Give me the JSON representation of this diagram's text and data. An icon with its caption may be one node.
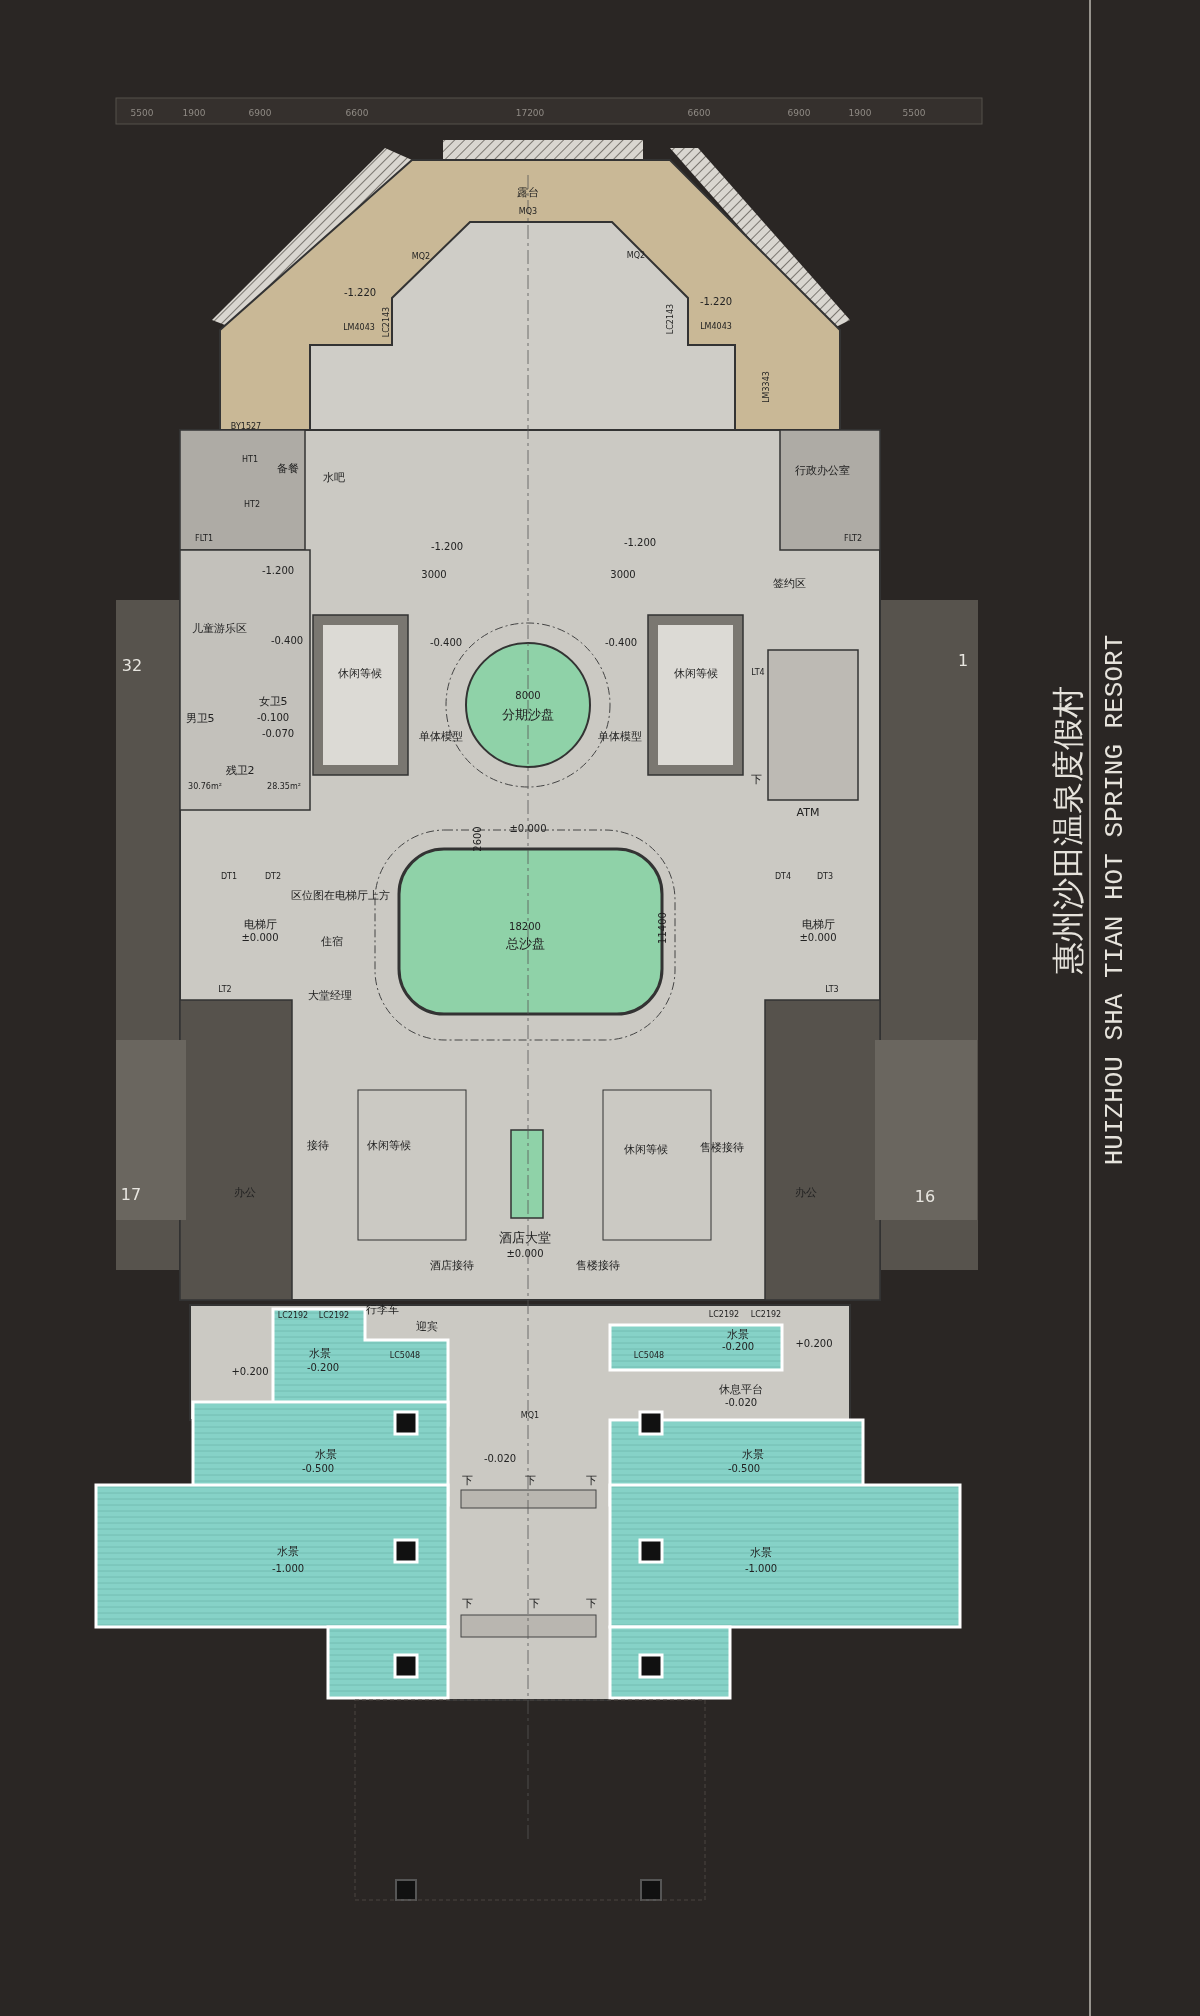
{
  "diagram": {
    "title": "惠州沙田温泉度假村",
    "caption": "HUIZHOU SHA TIAN HOT SPRING RESORT",
    "labels": [
      "5500",
      "1900",
      "6900",
      "6600",
      "17200",
      "6600",
      "6900",
      "1900",
      "5500",
      "露台",
      "MQ3",
      "MQ2",
      "MQ2",
      "-1.220",
      "-1.220",
      "LM4043",
      "LC2143",
      "LC2143",
      "LM4043",
      "LM3343",
      "BY1527",
      "HT1",
      "备餐",
      "水吧",
      "行政办公室",
      "HT2",
      "FLT1",
      "-1.200",
      "-1.200",
      "FLT2",
      "-1.200",
      "3000",
      "3000",
      "签约区",
      "儿童游乐区",
      "-0.400",
      "-0.400",
      "-0.400",
      "32",
      "1",
      "休闲等候",
      "休闲等候",
      "LT4",
      "8000",
      "分期沙盘",
      "女卫5",
      "男卫5",
      "-0.100",
      "-0.070",
      "单体模型",
      "单体模型",
      "残卫2",
      "30.76m²",
      "28.35m²",
      "下",
      "ATM",
      "±0.000",
      "2600",
      "DT1",
      "DT2",
      "DT4",
      "DT3",
      "区位图在电梯厅上方",
      "电梯厅",
      "18200",
      "11400",
      "电梯厅",
      "±0.000",
      "住宿",
      "总沙盘",
      "±0.000",
      "LT2",
      "LT3",
      "大堂经理",
      "接待",
      "休闲等候",
      "休闲等候",
      "售楼接待",
      "17",
      "办公",
      "办公",
      "16",
      "酒店大堂",
      "±0.000",
      "酒店接待",
      "售楼接待",
      "行李车",
      "LC2192",
      "LC2192",
      "LC2192",
      "LC2192",
      "迎宾",
      "水景",
      "水景",
      "-0.200",
      "-0.200",
      "+0.200",
      "LC5048",
      "LC5048",
      "+0.200",
      "休息平台",
      "-0.020",
      "MQ1",
      "水景",
      "水景",
      "-0.500",
      "-0.500",
      "-0.020",
      "下",
      "下",
      "下",
      "水景",
      "水景",
      "-1.000",
      "-1.000",
      "下",
      "下",
      "下"
    ]
  }
}
